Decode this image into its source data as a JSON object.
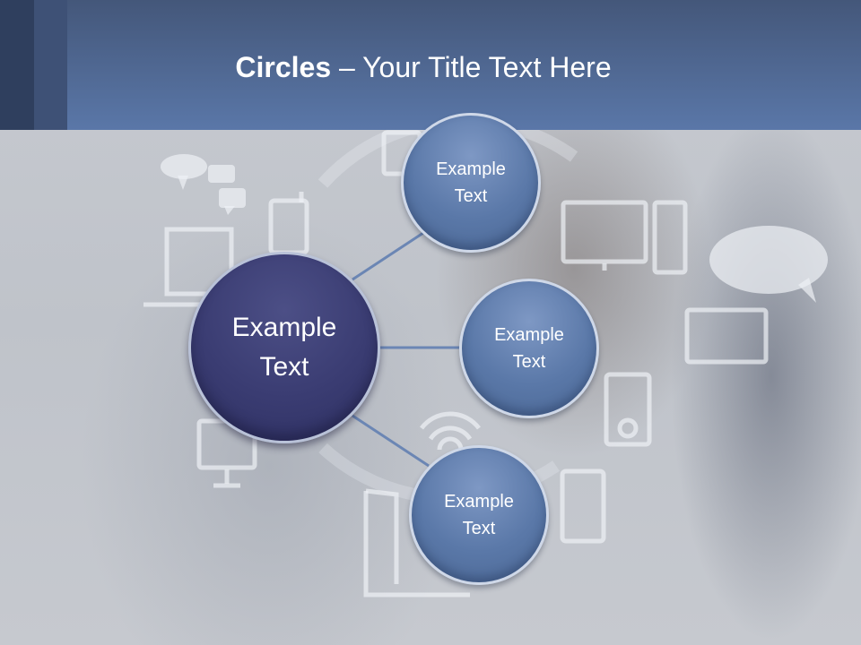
{
  "title": {
    "bold": "Circles",
    "rest": " – Your Title Text Here"
  },
  "center_circle": {
    "line1": "Example",
    "line2": "Text"
  },
  "satellites": [
    {
      "line1": "Example",
      "line2": "Text"
    },
    {
      "line1": "Example",
      "line2": "Text"
    },
    {
      "line1": "Example",
      "line2": "Text"
    }
  ],
  "colors": {
    "header": "#5a77a8",
    "center": "#3a3c72",
    "satellite": "#5a78a8",
    "connector": "#6b86b4"
  },
  "icons": [
    "speech-bubbles-icon",
    "laptop-icon",
    "mobile-phone-icon",
    "monitor-icon",
    "wifi-icon",
    "chat-bubble-icon",
    "desktop-icon",
    "tablet-icon",
    "media-player-icon"
  ]
}
